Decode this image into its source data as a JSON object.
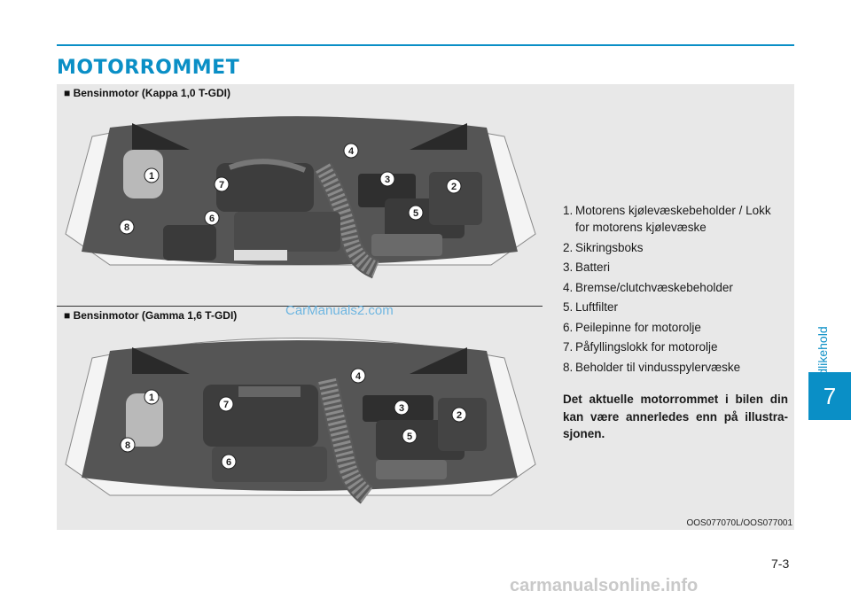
{
  "header": {
    "title": "MOTORROMMET"
  },
  "figures": [
    {
      "caption": "■ Bensinmotor (Kappa 1,0 T-GDI)"
    },
    {
      "caption": "■ Bensinmotor (Gamma 1,6 T-GDI)"
    }
  ],
  "callouts": [
    "1",
    "2",
    "3",
    "4",
    "5",
    "6",
    "7",
    "8"
  ],
  "legend": [
    {
      "num": "1.",
      "text": "Motorens kjølevæskebeholder / Lokk for motorens kjølevæske"
    },
    {
      "num": "2.",
      "text": "Sikringsboks"
    },
    {
      "num": "3.",
      "text": "Batteri"
    },
    {
      "num": "4.",
      "text": "Bremse/clutchvæskebeholder"
    },
    {
      "num": "5.",
      "text": "Luftfilter"
    },
    {
      "num": "6.",
      "text": "Peilepinne for motorolje"
    },
    {
      "num": "7.",
      "text": "Påfyllingslokk for motorolje"
    },
    {
      "num": "8.",
      "text": "Beholder til vindusspylervæske"
    }
  ],
  "note": "Det aktuelle motorrommet i bilen din kan være annerledes enn på illustra-sjonen.",
  "figure_code": "OOS077070L/OOS077001",
  "sidebar": {
    "chapter_label": "Vedlikehold",
    "chapter_number": "7"
  },
  "page_number": "7-3",
  "watermarks": {
    "top": "CarManuals2.com",
    "bottom": "carmanualsonline.info"
  },
  "colors": {
    "accent": "#0a8fc6",
    "panel": "#e8e8e8"
  }
}
